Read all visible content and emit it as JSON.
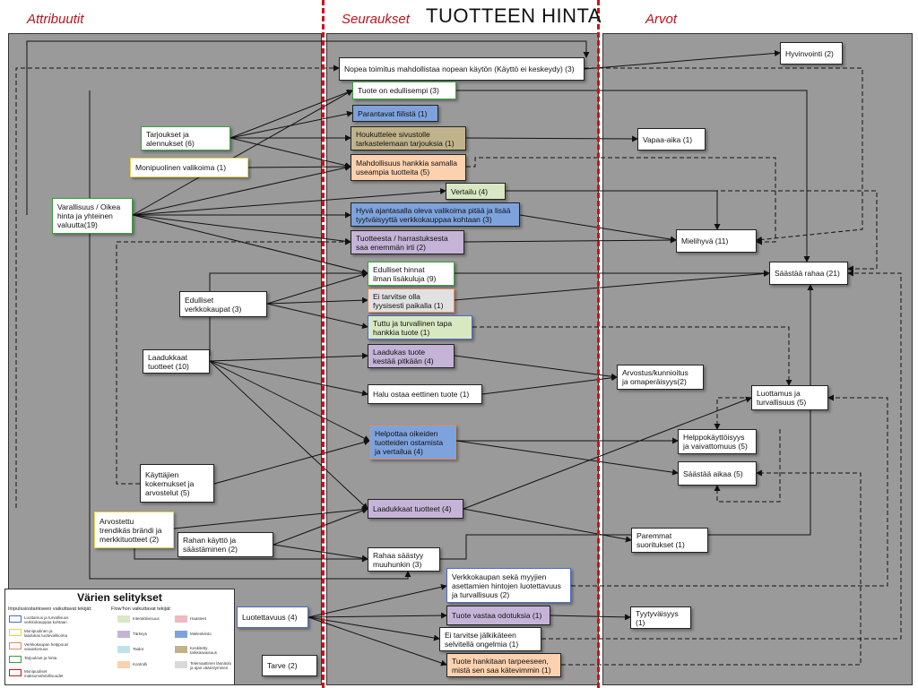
{
  "title": "TUOTTEEN HINTA",
  "columns": {
    "attributes": "Attribuutit",
    "consequences": "Seuraukset",
    "values": "Arvot"
  },
  "nodes": {
    "tarjoukset": "Tarjoukset ja\nalennukset (6)",
    "monipuolinen": "Monipuolinen valikoima (1)",
    "varallisuus": "Varallisuus / Oikea\nhinta ja yhteinen\nvaluutta(19)",
    "edulliset_verkkokaupat": "Edulliset\nverkkokaupat (3)",
    "laadukkaat_tuotteet_attr": "Laadukkaat\ntuotteet (10)",
    "kayttajien": "Käyttäjien\nkokemukset ja\narvostelut (5)",
    "arvostettu": "Arvostettu\ntrendikäs brändi ja\nmerkkituotteet (2)",
    "rahan_kaytto": "Rahan käyttö ja\nsäästäminen (2)",
    "luotettavuus": "Luotettavuus (4)",
    "tarve": "Tarve (2)",
    "nopea": "Nopea toimitus mahdollistaa nopean käytön (Käyttö ei keskeydy) (3)",
    "edullisempi": "Tuote on edullisempi (3)",
    "parantavat": "Parantavat fiilistä (1)",
    "houkuttelee": "Houkuttelee sivustolle\ntarkastelemaan tarjouksia (1)",
    "mahdollisuus": "Mahdollisuus hankkia samalla\nuseampia tuotteita (5)",
    "vertailu": "Vertailu (4)",
    "hyva_ajantasalla": "Hyvä ajantasalla oleva valikoima pitää ja lisää\ntyytväisyyttä verkkokauppaa kohtaan (3)",
    "tuotteesta": "Tuotteesta  / harrastuksesta\nsaa enemmän irti (2)",
    "edulliset_hinnat": "Edulliset hinnat\nilman lisäkuluja (9)",
    "ei_tarvitse": "Ei tarvitse olla\nfyysisesti paikalla (1)",
    "tuttu": "Tuttu ja turvallinen tapa\nhankkia tuote (1)",
    "laadukas_tuote": "Laadukas tuote\nkestää pitkään (4)",
    "halu": "Halu ostaa eettinen tuote (1)",
    "helpottaa": "Helpottaa  oikeiden\ntuotteiden ostamista\nja vertailua (4)",
    "laadukkaat_tuotteet_cons": "Laadukkaat tuotteet (4)",
    "rahaa_saastyy": "Rahaa säästyy\nmuuhunkin (3)",
    "verkkokaupan_seka": "Verkkokaupan sekä myyjien\nasettamien hintojen luotettavuus\nja turvallisuus (2)",
    "tuote_vastaa": "Tuote vastaa odotuksia (1)",
    "ei_tarvitse_jalki": "Ei tarvitse jälkikäteen\nselvitellä ongelmia (1)",
    "tuote_hankitaan": "Tuote hankitaan tarpeeseen,\nmistä sen saa kätevimmin (1)",
    "hyvinvointi": "Hyvinvointi (2)",
    "vapaa_aika": "Vapaa-aika (1)",
    "mielihyva": "Mielihyvä (11)",
    "saastaa_rahaa": "Säästää rahaa (21)",
    "arvostus": "Arvostus/kunnioitus\nja omaperäisyys(2)",
    "luottamus": "Luottamus ja\nturvallisuus (5)",
    "helppokayttoisyys": "Helppokäyttöisyys\nja vaivattomuus (5)",
    "saastaa_aikaa": "Säästää aikaa (5)",
    "paremmat": "Paremmat\nsuoritukset (1)",
    "tyytyvaisyys": "Tyytyväisyys\n(1)"
  },
  "legend": {
    "title": "Värien selitykset",
    "col1_header": "Impulssiostamiseen vaikuttavat tekijät:",
    "col2_header": "Flow'hon vaikuttavat tekijät:",
    "col1": [
      "Luottamus ja turvallisuus verkkokauppaa kohtaan",
      "Monipuolinen ja laadukas tuotevalikoima",
      "Verkkokaupan helppous/ vaivattomuus",
      "Tarjoukset ja hinta",
      "Monipuoliset maksumahdollisuudet"
    ],
    "col2": [
      "Interaktiivisuus",
      "Tärkeys",
      "Taidot",
      "Kontrolli"
    ],
    "col3": [
      "Haasteet",
      "Mielenkiinto",
      "Keskitetty tarkkaavaisuus",
      "Telemaattinen läsnäolo ja ajan vääristyminen"
    ]
  },
  "colors": {
    "panel": "#9a9a9a",
    "divider": "#d0101b",
    "title_red": "#c0121c",
    "blue": "#7ea3dc",
    "purple": "#c5b4d8",
    "tan": "#c0b38c",
    "peach": "#fbd1b0",
    "light_green": "#d8e8c3",
    "border_green": "#35a23a",
    "border_yellow": "#e7d44a",
    "border_blue": "#4a6bc9",
    "border_orange": "#e08a5a"
  }
}
